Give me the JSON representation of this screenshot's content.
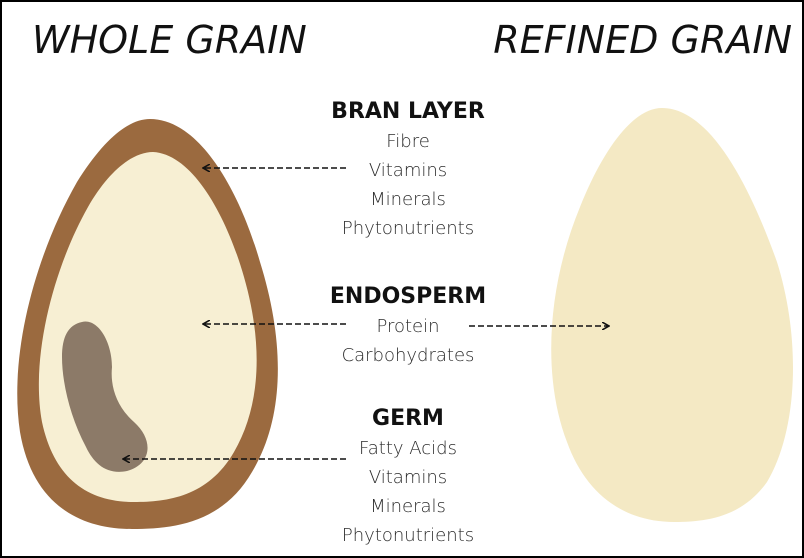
{
  "titles": {
    "whole": "WHOLE GRAIN",
    "refined": "REFINED GRAIN"
  },
  "sections": {
    "bran": {
      "heading": "BRAN LAYER",
      "items": [
        "Fibre",
        "Vitamins",
        "Minerals",
        "Phytonutrients"
      ]
    },
    "endosperm": {
      "heading": "ENDOSPERM",
      "items": [
        "Protein",
        "Carbohydrates"
      ]
    },
    "germ": {
      "heading": "GERM",
      "items": [
        "Fatty Acids",
        "Vitamins",
        "Minerals",
        "Phytonutrients"
      ]
    }
  },
  "colors": {
    "bran": "#9b6a3f",
    "endosperm": "#f7efd3",
    "germ": "#8c7a68",
    "refined": "#f4e9c4",
    "arrow": "#111111"
  }
}
